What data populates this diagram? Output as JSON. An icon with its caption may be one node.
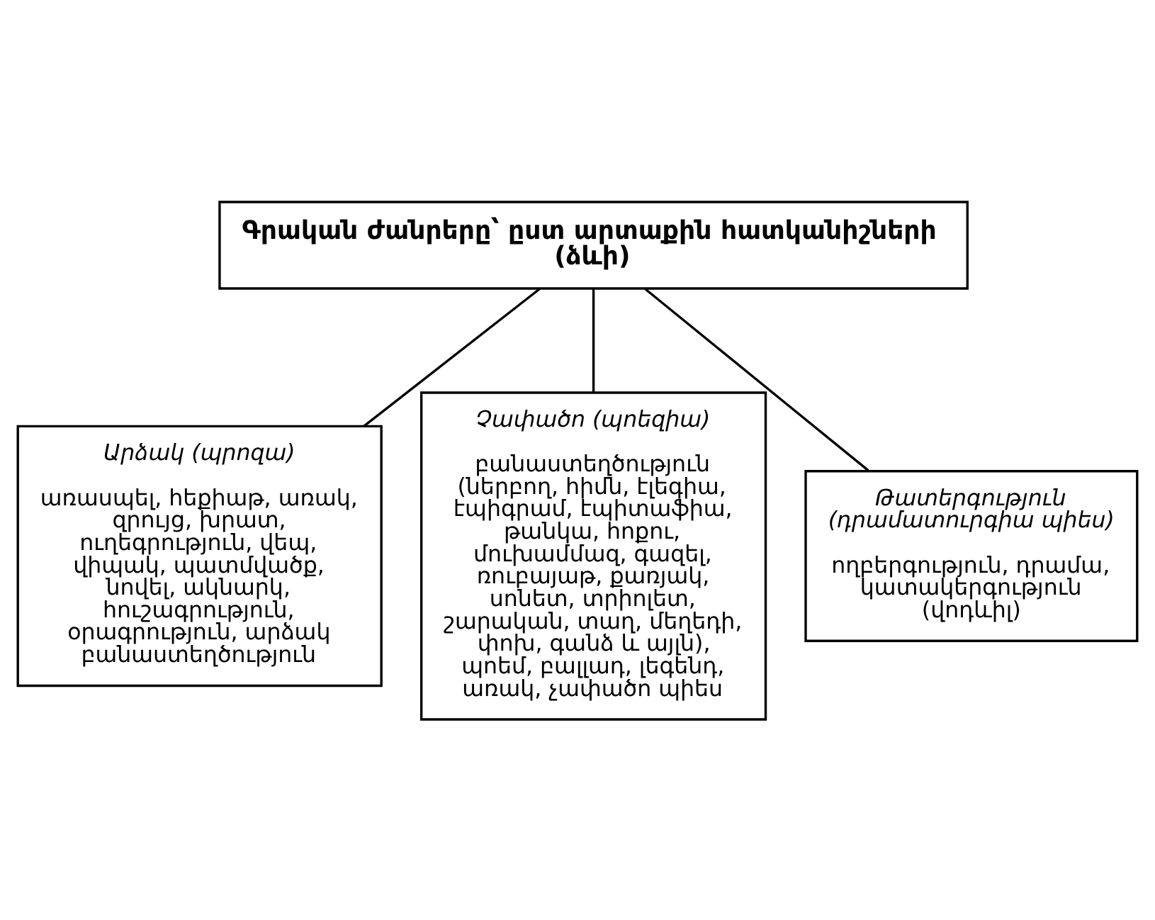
{
  "diagram": {
    "nodes": [
      {
        "text": [
          "Գրական ժանրերը՝ ըստ արտաքին հատկանիշների (ձևի)"
        ]
      },
      {
        "text": [
          "Արձակ (պրոզա)",
          "առասպել, հեքիաթ, առակ, զրույց, խրատ, ուղեգրություն, վեպ, վիպակ, պատմվածք, նովել, ակնարկ, հուշագրություն, օրագրություն, արձակ բանաստեղծություն"
        ]
      },
      {
        "text": [
          "Չափածո (պոեզիա)",
          "բանաստեղծություն (ներբող, հիմն, էլեգիա, էպիգրամ, էպիտաֆիա, թանկա, հոքու, մուխամմազ, գազել, ռուբայաթ, քառյակ, սոնետ, տրիոլետ, շարական, տաղ, մեղեդի, փոխ, գանձ և այլն), պոեմ, բալլադ, լեգենդ, առակ, չափածո պիես"
        ]
      },
      {
        "text": [
          "Թատերգություն (դրամատուրգիա պիես)",
          "ողբերգություն, դրամա, կատակերգություն (վոդևիլ)"
        ]
      }
    ],
    "edges": [
      {
        "from": 0,
        "to": 1,
        "arrow": "none"
      },
      {
        "from": 0,
        "to": 2,
        "arrow": "none"
      },
      {
        "from": 0,
        "to": 3,
        "arrow": "none"
      }
    ]
  }
}
